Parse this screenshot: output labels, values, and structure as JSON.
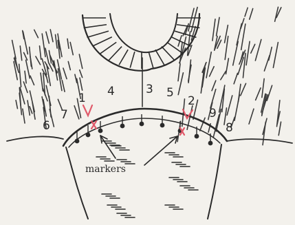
{
  "diagram": {
    "numbers": [
      "6",
      "7",
      "1",
      "4",
      "3",
      "5",
      "2",
      "9",
      "8"
    ],
    "marker_label": "markers",
    "colors": {
      "ink": "#2a2a2a",
      "marker": "#e05a6a",
      "paper": "#f3f1ec"
    }
  }
}
